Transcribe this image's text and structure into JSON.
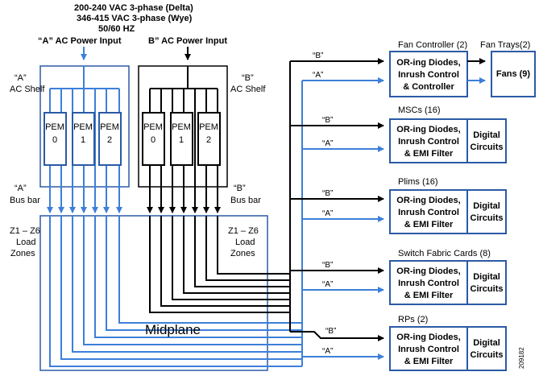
{
  "colors": {
    "blue": "#3d7fd9",
    "black": "#000000",
    "box": "#2b5aa6"
  },
  "header": {
    "line1": "200-240  VAC 3-phase (Delta)",
    "line2": "346-415  VAC 3-phase (Wye)",
    "line3": "50/60  HZ",
    "input_a": "“A” AC Power Input",
    "input_b": "B” AC Power Input"
  },
  "shelf_a": {
    "label1": "“A”",
    "label2": "AC Shelf"
  },
  "shelf_b": {
    "label1": "“B”",
    "label2": "AC Shelf"
  },
  "pem": {
    "name": "PEM",
    "nums": [
      "0",
      "1",
      "2"
    ]
  },
  "busbar_a": {
    "label1": "“A”",
    "label2": "Bus bar"
  },
  "busbar_b": {
    "label1": "“B”",
    "label2": "Bus bar"
  },
  "zones": {
    "line1": "Z1 – Z6",
    "line2": "Load",
    "line3": "Zones"
  },
  "midplane": "Midplane",
  "feed_b": "“B”",
  "feed_a": "“A”",
  "oring_line1": "OR-ing Diodes,",
  "oring_line2": "Inrush Control",
  "digital_line1": "Digital",
  "digital_line2": "Circuits",
  "fan_controller": {
    "title": "Fan Controller (2)",
    "line1": "OR-ing Diodes,",
    "line2": "Inrush Control",
    "line3": "& Controller"
  },
  "fan_trays": {
    "title": "Fan Trays(2)",
    "label": "Fans (9)"
  },
  "modules": [
    {
      "title": "MSCs (16)",
      "line3": "& EMI Filter"
    },
    {
      "title": "Plims (16)",
      "line3": "& EMI Filter"
    },
    {
      "title": "Switch Fabric Cards (8)",
      "line3": "& EMI Filter"
    },
    {
      "title": "RPs (2)",
      "line3": "& EMI Filter"
    }
  ],
  "figure_id": "209182"
}
